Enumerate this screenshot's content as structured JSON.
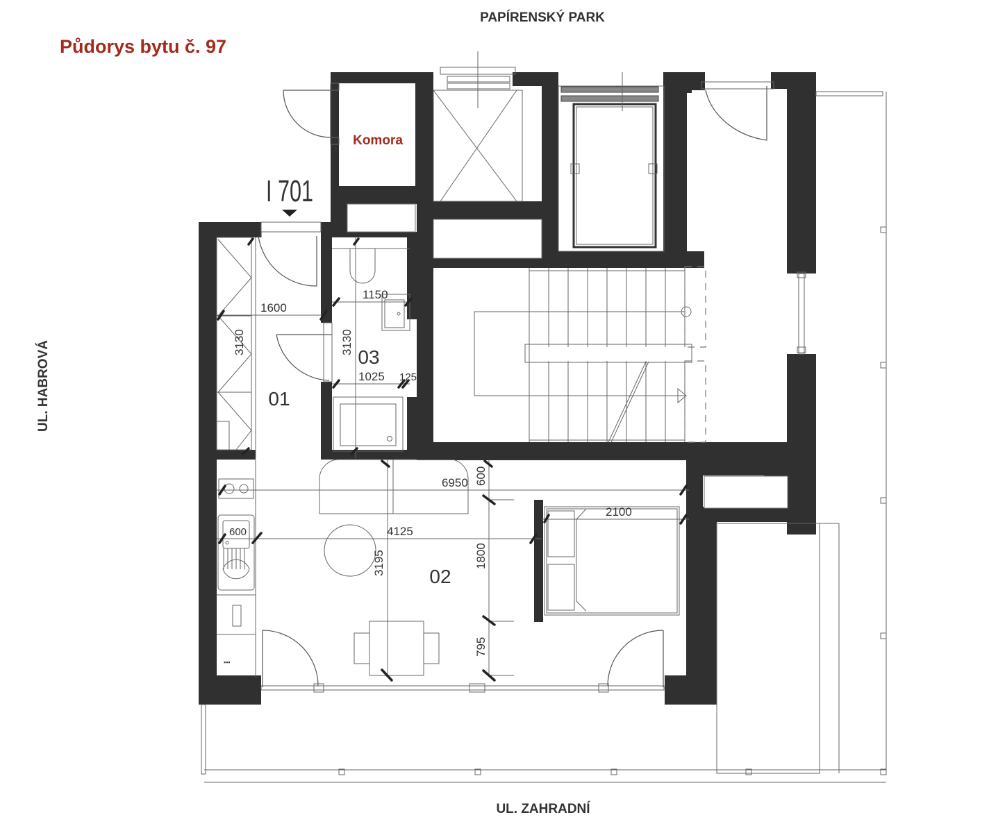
{
  "title": "Půdorys bytu č. 97",
  "streets": {
    "north": "PAPÍRENSKÝ PARK",
    "west": "UL. HABROVÁ",
    "south": "UL. ZAHRADNÍ"
  },
  "unit_marker": {
    "label": "I 701",
    "icon": "triangle-down-icon"
  },
  "rooms": [
    {
      "id": "01",
      "label": "01"
    },
    {
      "id": "02",
      "label": "02"
    },
    {
      "id": "03",
      "label": "03"
    },
    {
      "id": "komora",
      "label": "Komora"
    }
  ],
  "dimensions": {
    "hall_width": "1600",
    "hall_wardrobe_length": "3130",
    "bath_length": "3130",
    "bath_width_top": "1150",
    "bath_width_bottom": "1025",
    "bath_partial": "125",
    "living_length": "6950",
    "living_offset": "600",
    "living_width": "4125",
    "living_depth": "3195",
    "bed_width": "1800",
    "bed_length": "2100",
    "bed_to_window": "795",
    "kitchen_sink": "600"
  },
  "colors": {
    "wall": "#303030",
    "accent": "#a32b1e",
    "line": "#555555"
  }
}
